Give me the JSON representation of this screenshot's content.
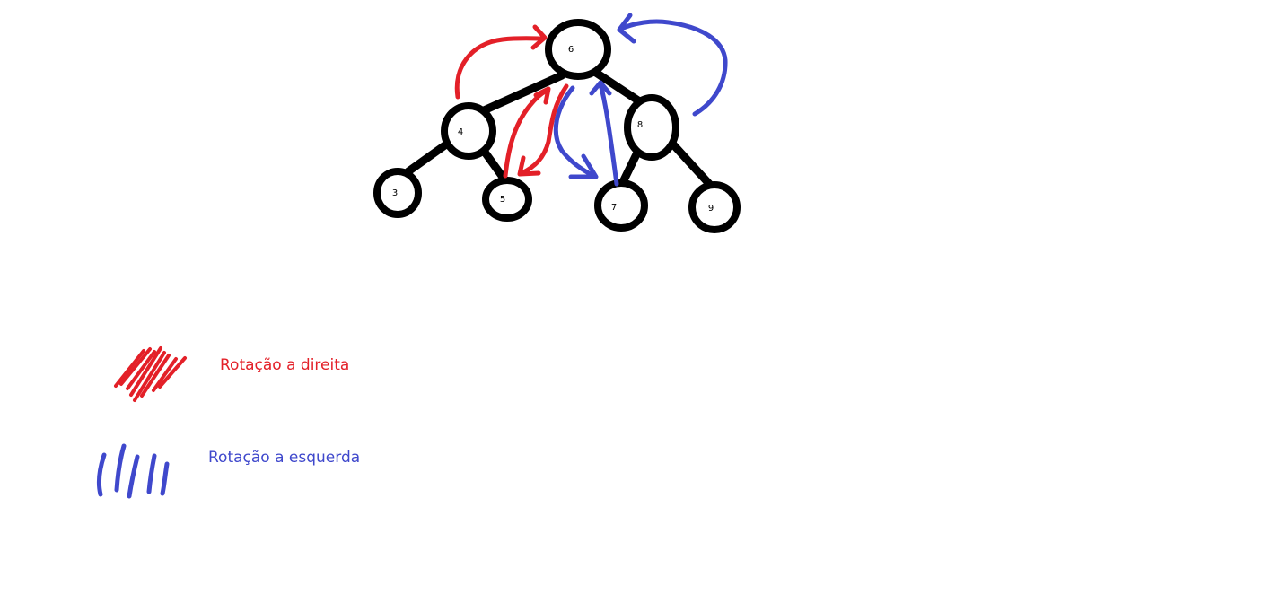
{
  "tree": {
    "root": "6",
    "nodes": [
      {
        "id": "n6",
        "value": "6"
      },
      {
        "id": "n4",
        "value": "4"
      },
      {
        "id": "n8",
        "value": "8"
      },
      {
        "id": "n3",
        "value": "3"
      },
      {
        "id": "n5",
        "value": "5"
      },
      {
        "id": "n7",
        "value": "7"
      },
      {
        "id": "n9",
        "value": "9"
      }
    ],
    "edges": [
      [
        "6",
        "4"
      ],
      [
        "6",
        "8"
      ],
      [
        "4",
        "3"
      ],
      [
        "4",
        "5"
      ],
      [
        "8",
        "7"
      ],
      [
        "8",
        "9"
      ]
    ]
  },
  "legend": {
    "right_rotation": {
      "label": "Rotação a direita",
      "color": "#e32028"
    },
    "left_rotation": {
      "label": "Rotação a esquerda",
      "color": "#3f48cc"
    }
  },
  "colors": {
    "node_stroke": "#000000",
    "background": "#ffffff"
  }
}
